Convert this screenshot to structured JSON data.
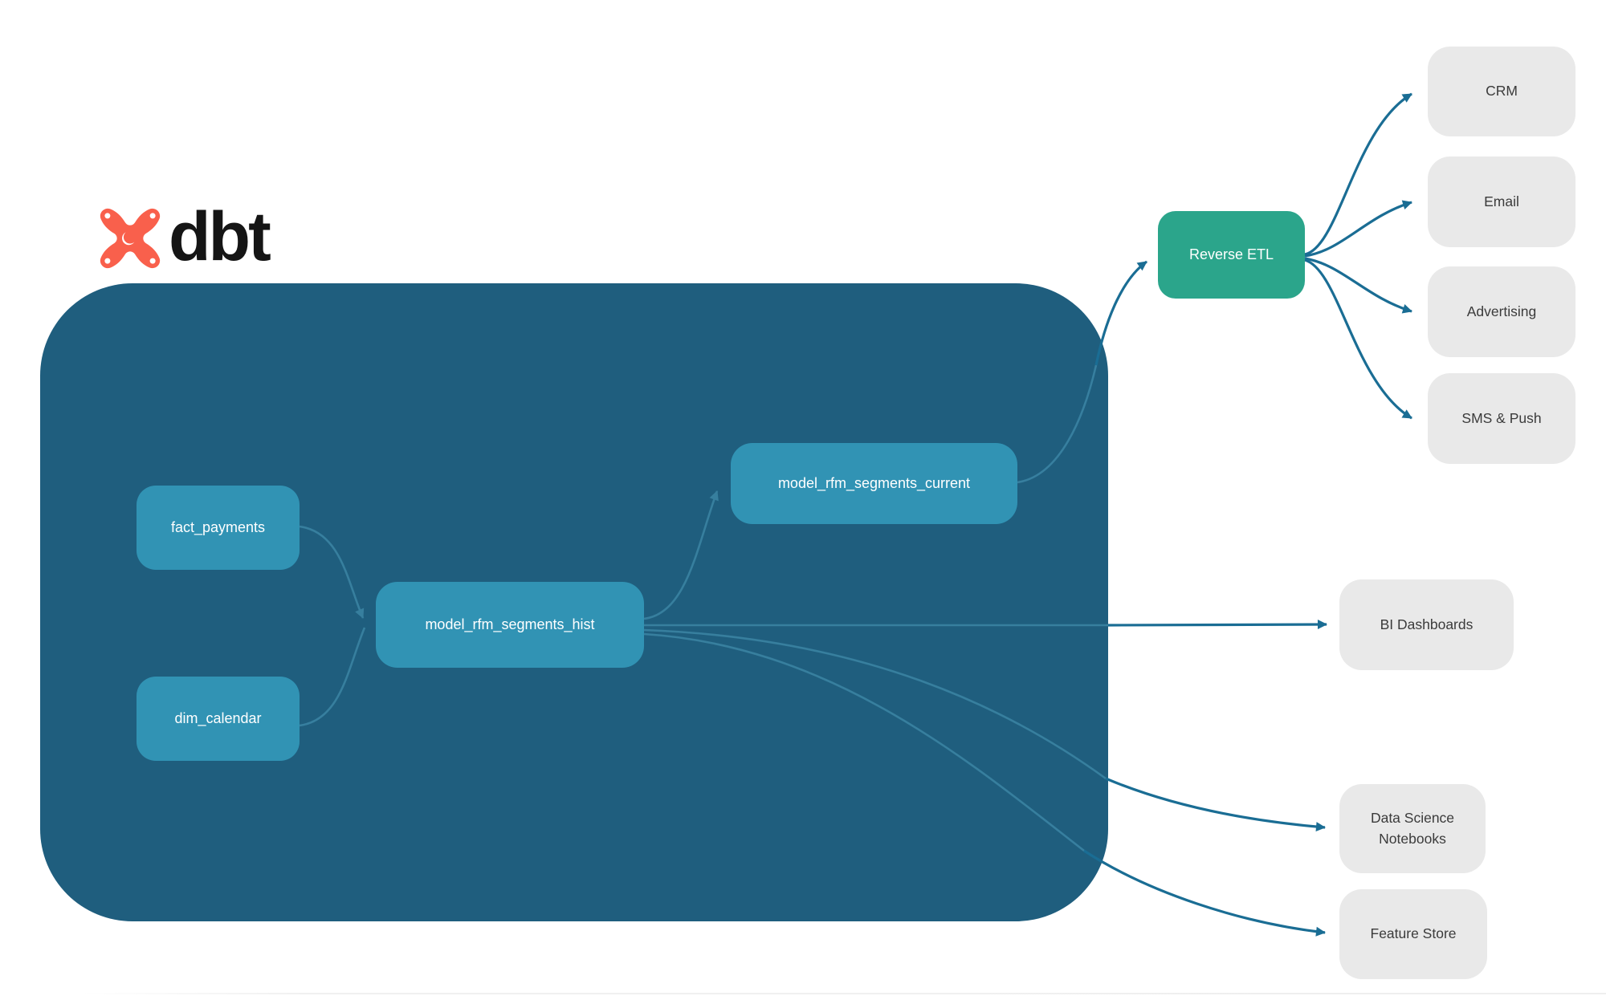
{
  "logo": {
    "brand": "dbt"
  },
  "nodes": {
    "fact_payments": {
      "label": "fact_payments"
    },
    "dim_calendar": {
      "label": "dim_calendar"
    },
    "model_rfm_segments_hist": {
      "label": "model_rfm_segments_hist"
    },
    "model_rfm_segments_current": {
      "label": "model_rfm_segments_current"
    },
    "reverse_etl": {
      "label": "Reverse ETL"
    },
    "crm": {
      "label": "CRM"
    },
    "email": {
      "label": "Email"
    },
    "advertising": {
      "label": "Advertising"
    },
    "sms_push": {
      "label": "SMS & Push"
    },
    "bi_dashboards": {
      "label": "BI Dashboards"
    },
    "data_science_notebooks": {
      "label": "Data Science Notebooks"
    },
    "feature_store": {
      "label": "Feature Store"
    }
  },
  "colors": {
    "container": "#1F5E7E",
    "model_node": "#3193B4",
    "reverse_etl": "#2BA58B",
    "destination": "#E9E9E9",
    "edge": "#1A6D94",
    "edge_inner": "#3C85A4",
    "logo_accent": "#F9604C",
    "dest_text": "#3B3B3B"
  },
  "edges": [
    {
      "from": "fact_payments",
      "to": "model_rfm_segments_hist"
    },
    {
      "from": "dim_calendar",
      "to": "model_rfm_segments_hist"
    },
    {
      "from": "model_rfm_segments_hist",
      "to": "model_rfm_segments_current"
    },
    {
      "from": "model_rfm_segments_current",
      "to": "reverse_etl"
    },
    {
      "from": "reverse_etl",
      "to": "crm"
    },
    {
      "from": "reverse_etl",
      "to": "email"
    },
    {
      "from": "reverse_etl",
      "to": "advertising"
    },
    {
      "from": "reverse_etl",
      "to": "sms_push"
    },
    {
      "from": "model_rfm_segments_hist",
      "to": "bi_dashboards"
    },
    {
      "from": "model_rfm_segments_hist",
      "to": "data_science_notebooks"
    },
    {
      "from": "model_rfm_segments_hist",
      "to": "feature_store"
    }
  ]
}
